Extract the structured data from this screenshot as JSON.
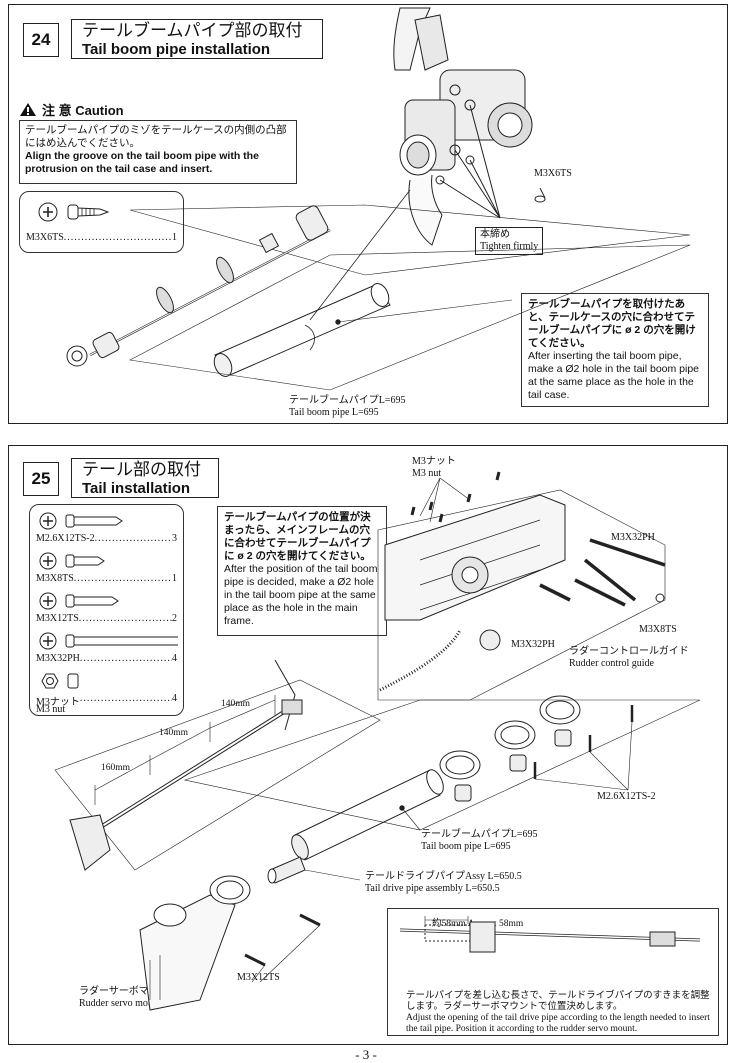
{
  "step24": {
    "number": "24",
    "title_jp": "テールブームパイプ部の取付",
    "title_en": "Tail boom pipe installation",
    "caution": {
      "label": "注 意 Caution",
      "jp": "テールブームパイプのミゾをテールケースの内側の凸部にはめ込んでください。",
      "en": "Align the groove on the tail boom pipe with the protrusion on the tail case and insert."
    },
    "parts": [
      {
        "name": "M3X6TS",
        "qty": "1"
      }
    ],
    "callout_screw": "M3X6TS",
    "tighten_jp": "本締め",
    "tighten_en": "Tighten firmly",
    "note_jp": "テールブームパイプを取付けたあと、テールケースの穴に合わせてテールブームパイプに ø 2 の穴を開けてください。",
    "note_en": "After inserting the tail boom pipe, make a Ø2 hole in the tail boom pipe at the same place as the hole in the tail case.",
    "pipe_jp": "テールブームパイプL=695",
    "pipe_en": "Tail boom pipe L=695"
  },
  "step25": {
    "number": "25",
    "title_jp": "テール部の取付",
    "title_en": "Tail  installation",
    "parts": [
      {
        "name": "M2.6X12TS-2",
        "qty": "3"
      },
      {
        "name": "M3X8TS",
        "qty": "1"
      },
      {
        "name": "M3X12TS",
        "qty": "2"
      },
      {
        "name": "M3X32PH",
        "qty": "4"
      },
      {
        "name": "M3ナット",
        "name_en": "M3 nut",
        "qty": "4"
      }
    ],
    "note": "テールブームパイプの位置が決まったら、メインフレームの穴に合わせてテールブームパイプに ø 2 の穴を開けてください。After the position of the tail boom pipe is decided, make a Ø2 hole in the tail boom pipe at the same place as the hole in the main frame.",
    "note_jp": "テールブームパイプの位置が決まったら、メインフレームの穴に合わせてテールブームパイプに ø 2 の穴を開けてください。",
    "note_en": "After the position of the tail boom pipe is decided, make a Ø2 hole in the tail boom pipe at the same place as the hole in the main frame.",
    "labels": {
      "m3nut_jp": "M3ナット",
      "m3nut_en": "M3 nut",
      "m3x32ph_a": "M3X32PH",
      "m3x32ph_b": "M3X32PH",
      "m3x8ts": "M3X8TS",
      "rudder_guide_jp": "ラダーコントロールガイド",
      "rudder_guide_en": "Rudder control guide",
      "m26x12ts2": "M2.6X12TS-2",
      "pipe_jp": "テールブームパイプL=695",
      "pipe_en": "Tail boom pipe L=695",
      "drive_jp": "テールドライブパイプAssy L=650.5",
      "drive_en": "Tail drive pipe assembly L=650.5",
      "servo_jp": "ラダーサーボマウント",
      "servo_en": "Rudder servo mount",
      "m3x12ts": "M3X12TS"
    },
    "measure": [
      "160mm",
      "140mm",
      "140mm"
    ],
    "approx": "約58mm  Approx 58mm",
    "adjust_jp": "テールパイプを差し込む長さで、テールドライブパイプのすきまを調整します。ラダーサーボマウントで位置決めします。",
    "adjust_en": "Adjust the opening of the tail drive pipe according to the length needed to insert the tail pipe. Position it according to the rudder servo mount."
  },
  "page_number": "- 3 -"
}
